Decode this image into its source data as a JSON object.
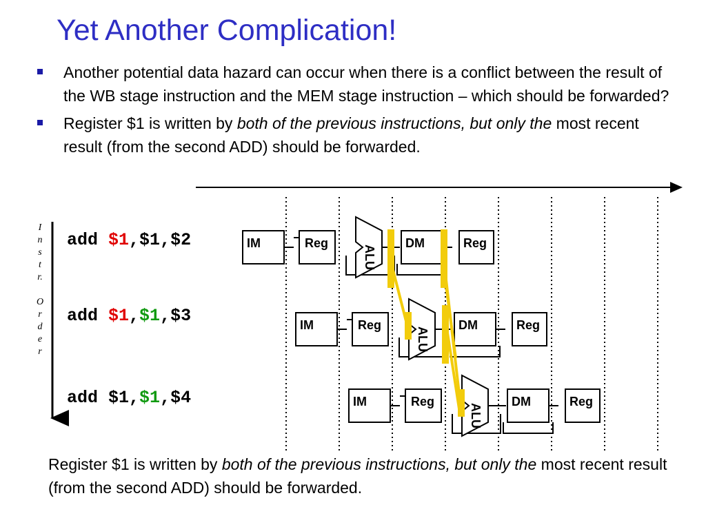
{
  "title": "Yet Another Complication!",
  "bullets": [
    {
      "text": "Another potential data hazard can occur when there is a conflict between the result of the WB stage instruction and the MEM stage instruction – which should be forwarded?"
    },
    {
      "pre": "Register $1 is written by ",
      "italic": "both of the previous instructions, but only the",
      "post": " most recent result (from the second ADD) should be forwarded."
    }
  ],
  "axis": {
    "letters": [
      "I",
      "n",
      "s",
      "t",
      "r.",
      "",
      "O",
      "r",
      "d",
      "e",
      "r"
    ]
  },
  "instructions": [
    {
      "op": "add ",
      "parts": [
        {
          "t": "$1",
          "c": "red"
        },
        {
          "t": ",",
          "c": ""
        },
        {
          "t": "$1",
          "c": ""
        },
        {
          "t": ",",
          "c": ""
        },
        {
          "t": "$2",
          "c": ""
        }
      ]
    },
    {
      "op": "add ",
      "parts": [
        {
          "t": "$1",
          "c": "red"
        },
        {
          "t": ",",
          "c": ""
        },
        {
          "t": "$1",
          "c": "green"
        },
        {
          "t": ",",
          "c": ""
        },
        {
          "t": "$3",
          "c": ""
        }
      ]
    },
    {
      "op": "add ",
      "parts": [
        {
          "t": "$1",
          "c": ""
        },
        {
          "t": ",",
          "c": ""
        },
        {
          "t": "$1",
          "c": "green"
        },
        {
          "t": ",",
          "c": ""
        },
        {
          "t": "$4",
          "c": ""
        }
      ]
    }
  ],
  "pipeline": {
    "im": "IM",
    "reg": "Reg",
    "alu": "ALU",
    "dm": "DM"
  },
  "caption": {
    "pre": "Register $1 is written by ",
    "italic": "both of the previous instructions, but only the",
    "post": " most recent result (from the second ADD) should be forwarded."
  },
  "colors": {
    "title": "#2e2ec4",
    "red": "#e00000",
    "green": "#119a11",
    "forward": "#f2cc0c"
  }
}
